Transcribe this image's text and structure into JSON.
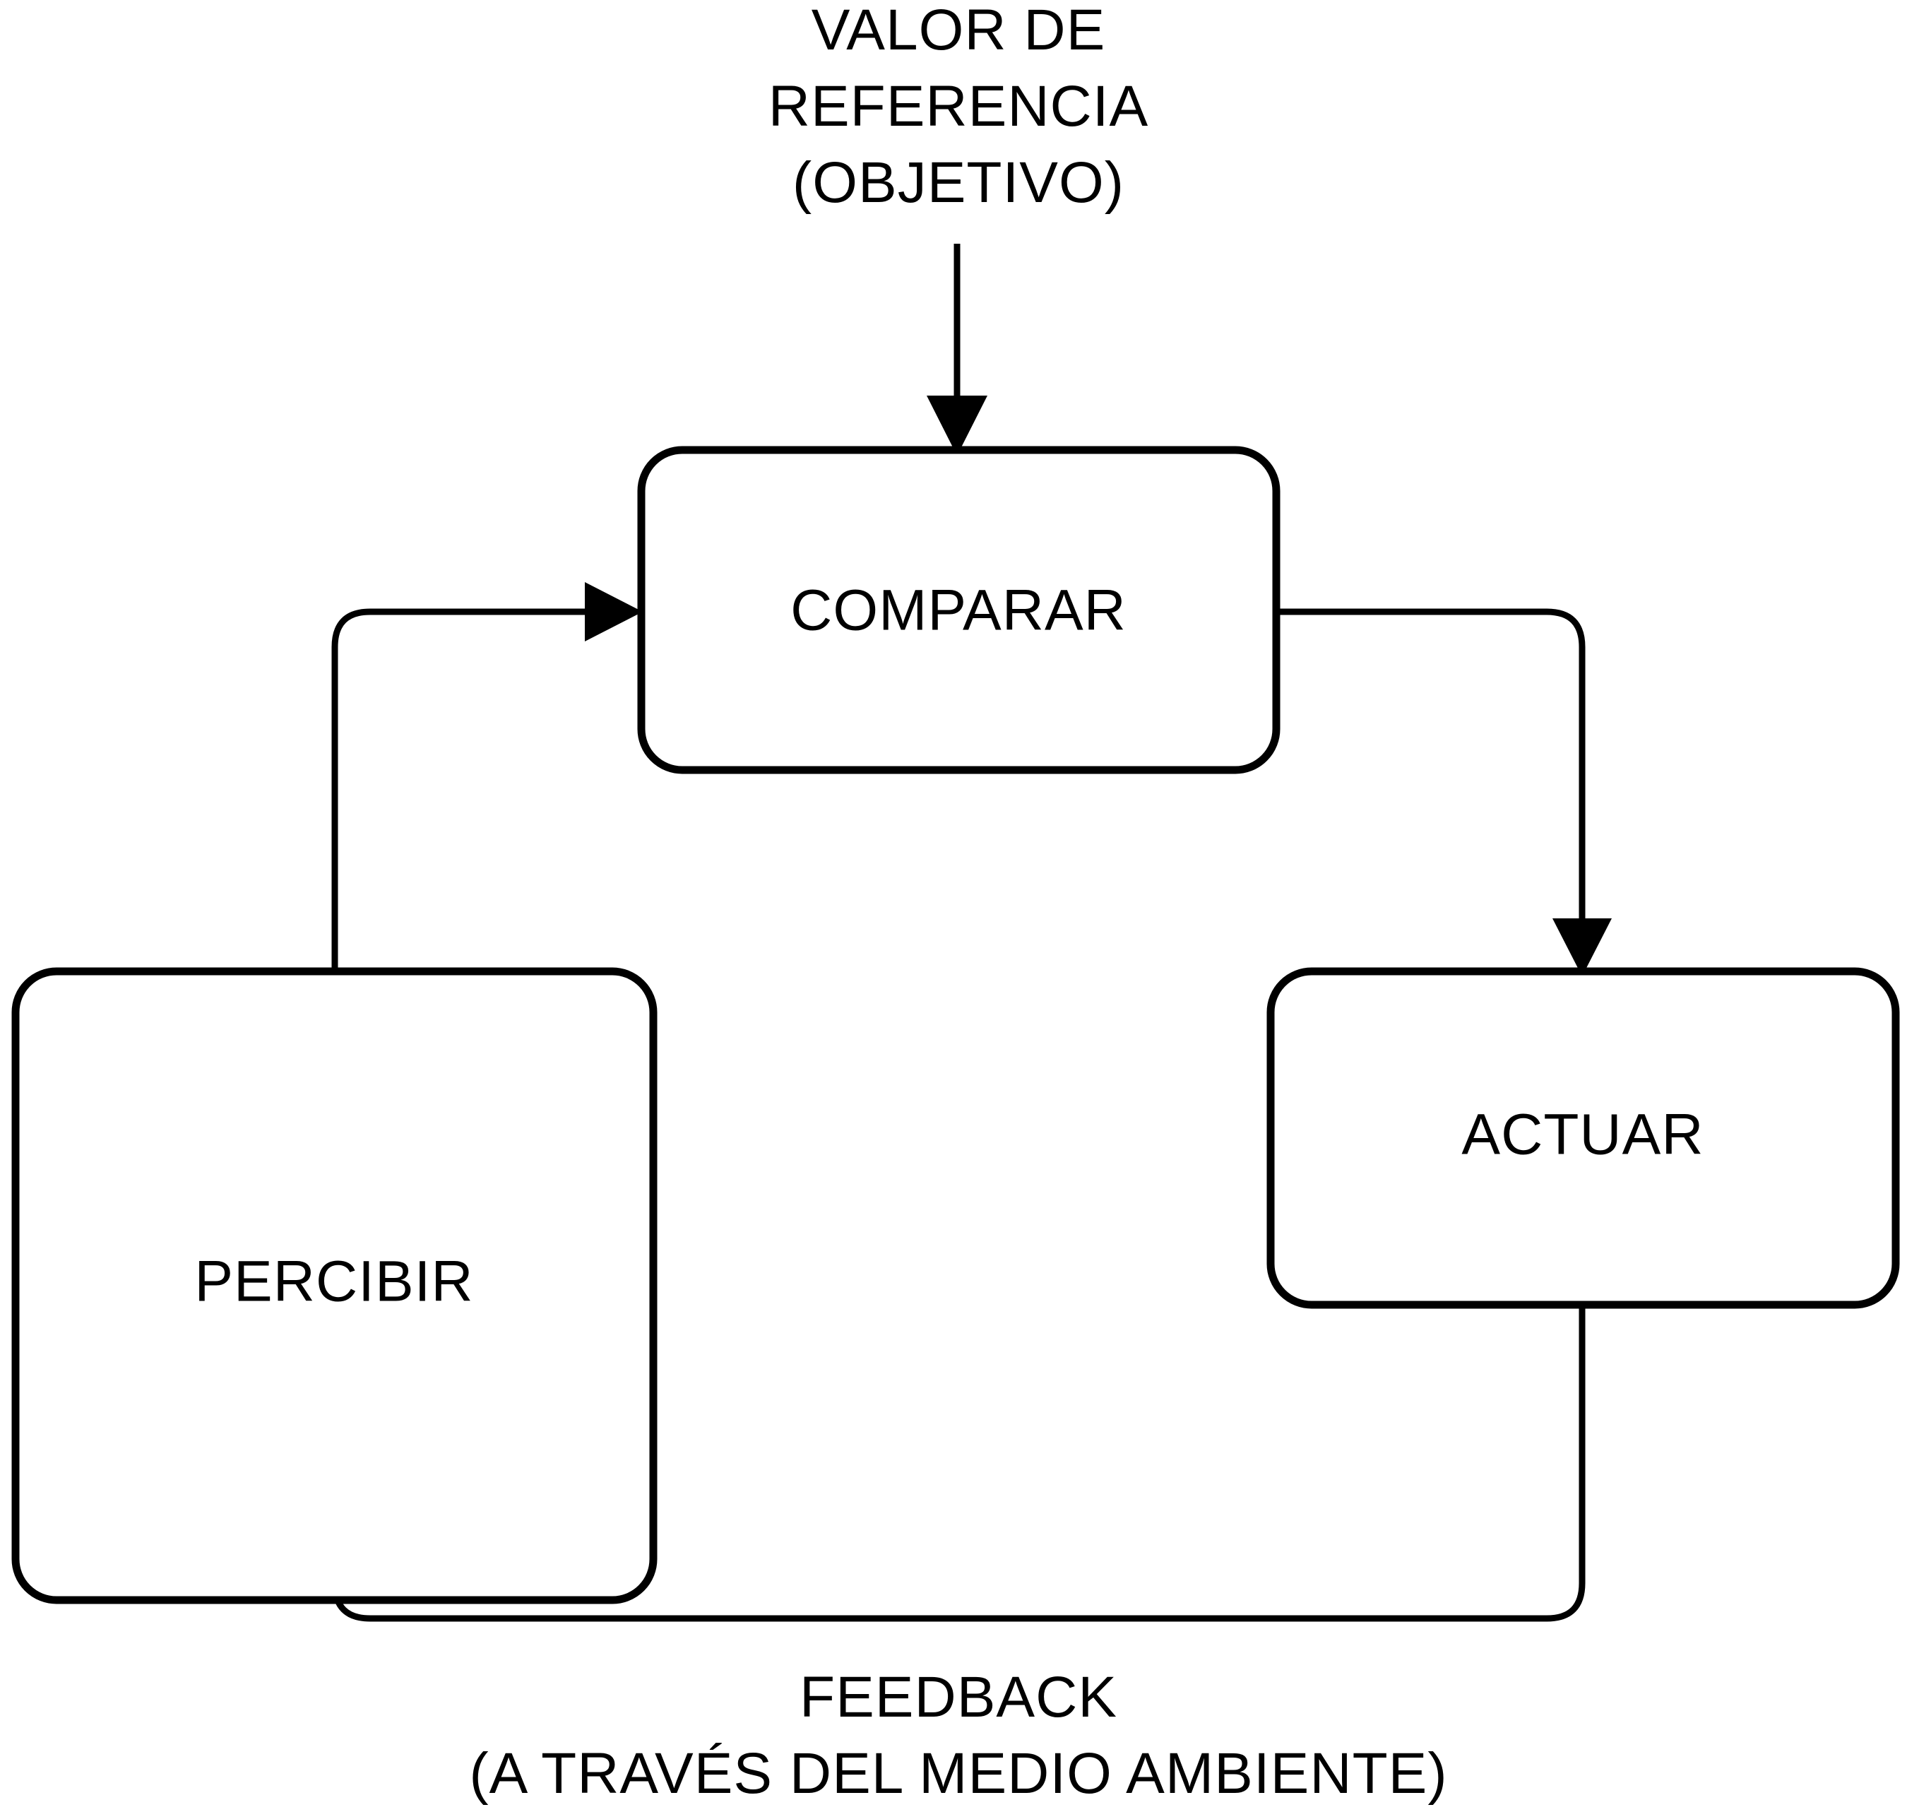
{
  "diagram": {
    "title_label": {
      "lines": [
        "VALOR DE",
        "REFERENCIA",
        "(OBJETIVO)"
      ],
      "line1": "VALOR DE",
      "line2": "REFERENCIA",
      "line3": "(OBJETIVO)"
    },
    "nodes": [
      {
        "id": "comparar",
        "label": "COMPARAR"
      },
      {
        "id": "percibir",
        "label": "PERCIBIR"
      },
      {
        "id": "actuar",
        "label": "ACTUAR"
      }
    ],
    "footer_label": {
      "lines": [
        "FEEDBACK",
        "(A TRAVÉS DEL MEDIO AMBIENTE)"
      ],
      "line1": "FEEDBACK",
      "line2": "(A TRAVÉS DEL MEDIO AMBIENTE)"
    },
    "edges": [
      {
        "id": "reference-to-comparar",
        "from": "valor-de-referencia",
        "to": "comparar",
        "arrow": true
      },
      {
        "id": "comparar-to-actuar",
        "from": "comparar",
        "to": "actuar",
        "arrow": true
      },
      {
        "id": "actuar-to-percibir",
        "from": "actuar",
        "to": "percibir",
        "arrow": true,
        "annotation": "FEEDBACK"
      },
      {
        "id": "percibir-to-comparar",
        "from": "percibir",
        "to": "comparar",
        "arrow": true
      }
    ],
    "colors": {
      "background": "#ffffff",
      "stroke": "#000000",
      "text": "#000000",
      "node_fill": "#ffffff"
    }
  }
}
